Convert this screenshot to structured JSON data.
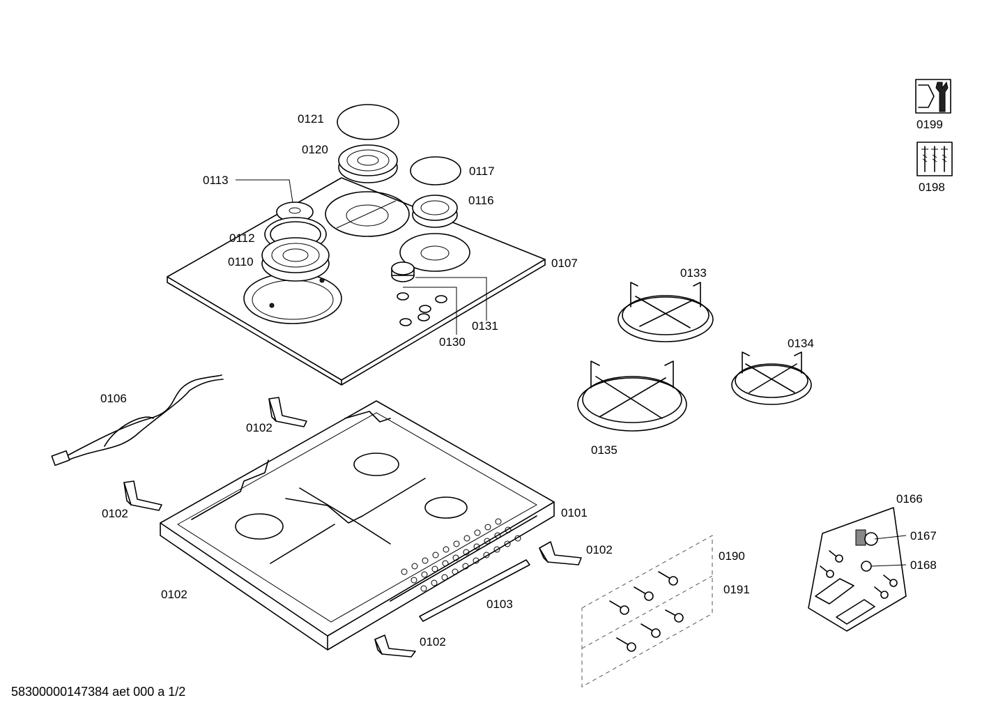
{
  "diagram": {
    "part_labels": {
      "p0121": "0121",
      "p0120": "0120",
      "p0117": "0117",
      "p0116": "0116",
      "p0113": "0113",
      "p0112": "0112",
      "p0110": "0110",
      "p0107": "0107",
      "p0131": "0131",
      "p0130": "0130",
      "p0133": "0133",
      "p0134": "0134",
      "p0135": "0135",
      "p0106": "0106",
      "p0102_a": "0102",
      "p0102_b": "0102",
      "p0102_c": "0102",
      "p0102_d": "0102",
      "p0102_e": "0102",
      "p0101": "0101",
      "p0103": "0103",
      "p0190": "0190",
      "p0191": "0191",
      "p0166": "0166",
      "p0167": "0167",
      "p0168": "0168",
      "p0199": "0199",
      "p0198": "0198"
    },
    "icons": [
      "wrench-nut-icon",
      "screws-bag-icon"
    ]
  },
  "footer": {
    "document_id": "58300000147384 aet 000 a 1/2"
  }
}
